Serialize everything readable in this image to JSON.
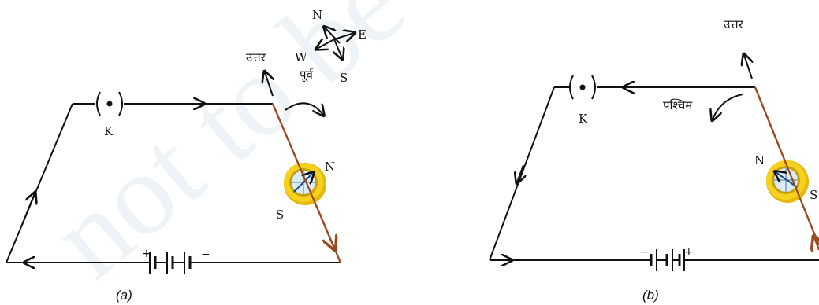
{
  "watermark": "not to be",
  "colors": {
    "wire": "#111111",
    "copper": "#9b4a20",
    "compass_ring": "#f1c40f",
    "compass_face": "#cfe6f4",
    "needle": "#1a4a8a"
  },
  "panel_a": {
    "caption": "(a)",
    "key_label": "K",
    "north_label": "उत्तर",
    "east_label": "पूर्व",
    "compass_rose": {
      "n": "N",
      "e": "E",
      "w": "W",
      "s": "S"
    },
    "needle_north": "N",
    "needle_south": "S",
    "battery_plus": "+",
    "battery_minus": "−"
  },
  "panel_b": {
    "caption": "(b)",
    "key_label": "K",
    "north_label": "उत्तर",
    "west_label": "पश्चिम",
    "needle_north": "N",
    "needle_south": "S",
    "battery_plus": "+",
    "battery_minus": "−"
  }
}
